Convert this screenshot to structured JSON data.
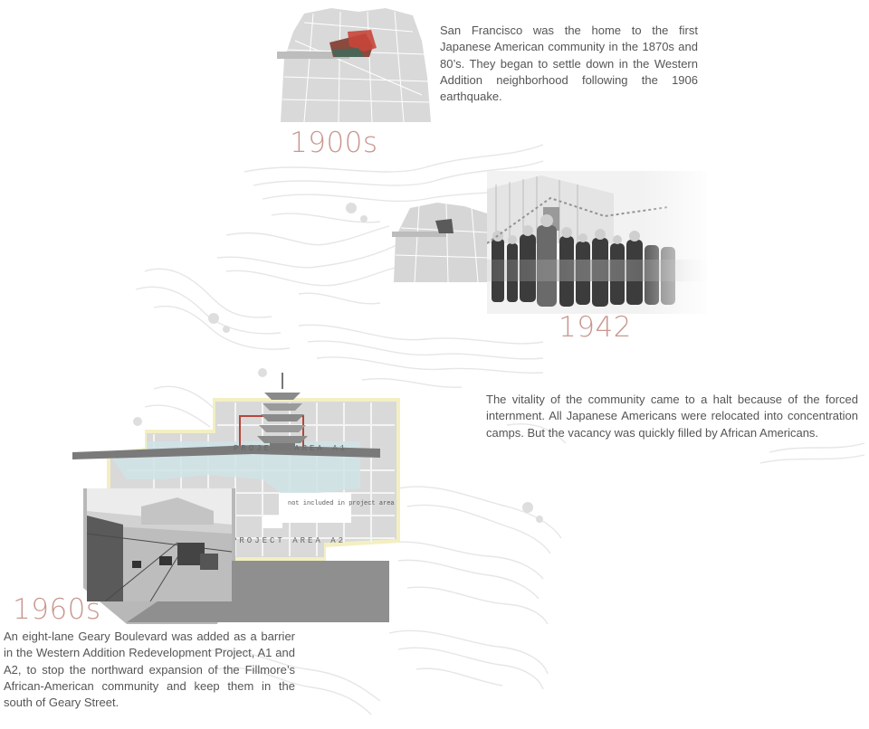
{
  "sections": [
    {
      "era": "1900s",
      "caption": "San Francisco was the home to the first Japanese American community in the 1870s and 80’s. They began to settle down in the Western Addition neighborhood following the 1906 earthquake."
    },
    {
      "era": "1942",
      "caption": "The vitality of the community came to a halt because of the forced internment. All Japanese Americans were relocated into concentration camps. But the vacancy was quickly filled by African Americans."
    },
    {
      "era": "1960s",
      "caption": "An eight-lane Geary Boulevard was added as a barrier in the Western Addition Redevelopment Project, A1 and A2, to stop the northward expansion of the Fillmore’s African-American community and keep them in the south of Geary Street."
    }
  ],
  "map_labels": {
    "project_area_a1": "PROJECT AREA A1",
    "project_area_a2": "PROJECT AREA A2",
    "not_included": "not included in project area"
  },
  "colors": {
    "era_text": "#c9978f",
    "caption_text": "#555555",
    "highlight_red": "#b5463b",
    "area_blue": "#cfe3e6",
    "area_yellow": "#f3efc2"
  }
}
